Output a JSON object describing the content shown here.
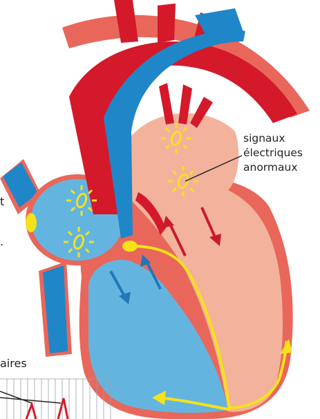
{
  "annotation": {
    "line1": "signaux",
    "line2": "électriques",
    "line3": "anormaux"
  },
  "edge_text": {
    "fragment_t": "t",
    "fragment_dot": ".",
    "fragment_aires": "aires"
  },
  "colors": {
    "outline": "#e8675a",
    "left_heart": "#f3b29c",
    "right_heart": "#63b5e0",
    "artery": "#d4192a",
    "vein": "#1f86c8",
    "conduction": "#f5e219",
    "spark": "#f4e01f",
    "arrow_red": "#c81a2b",
    "arrow_blue": "#2277b8",
    "text": "#222222"
  }
}
